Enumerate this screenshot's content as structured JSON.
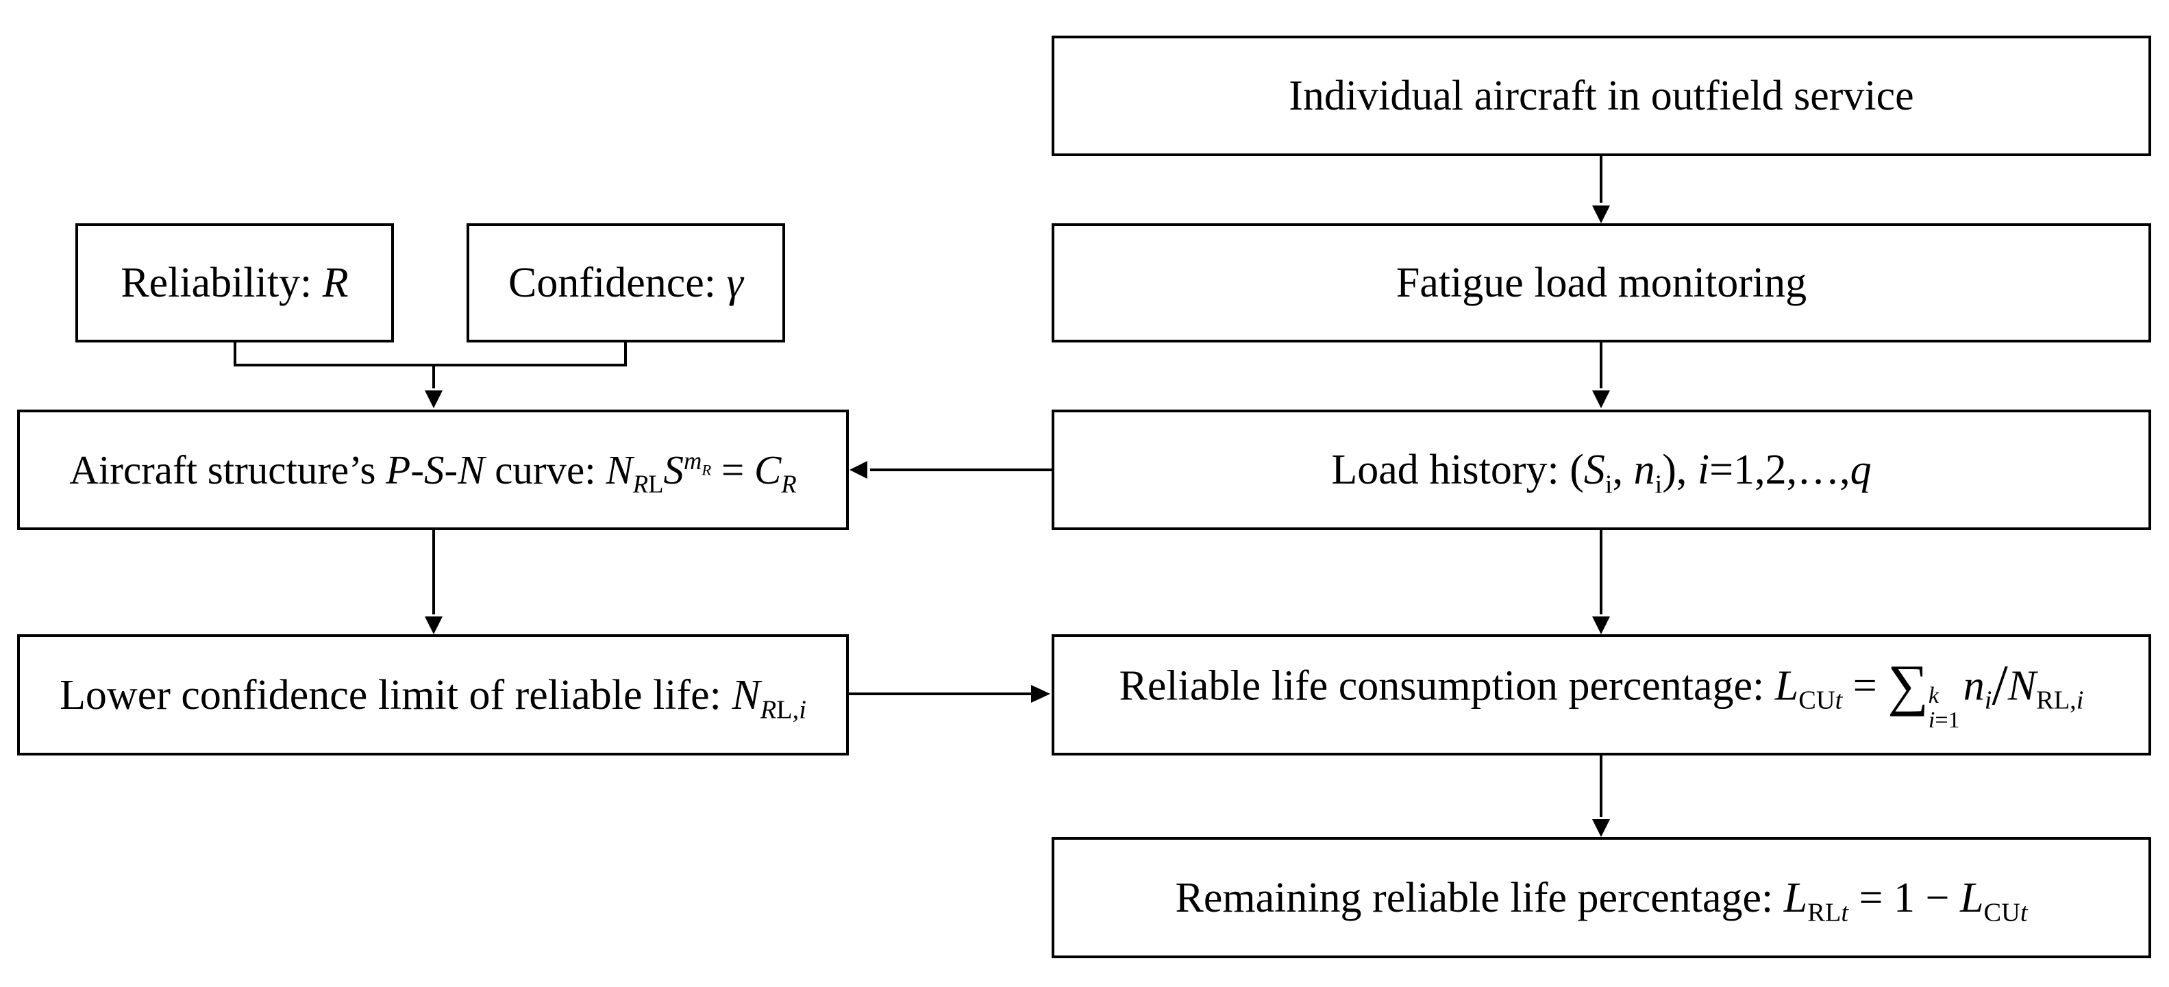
{
  "diagram": {
    "boxes": {
      "aircraft": {
        "label": "Individual aircraft in outfield service"
      },
      "monitoring": {
        "label": "Fatigue load monitoring"
      },
      "reliability": {
        "label": "Reliability: ",
        "symbol": "R"
      },
      "confidence": {
        "label": "Confidence: ",
        "symbol": "γ"
      },
      "load_history": {
        "label": "Load history: (",
        "S": "S",
        "S_sub": "i",
        "sep": ", ",
        "n": "n",
        "n_sub": "i",
        "close": "), ",
        "i": "i",
        "range": "=1,2,…,",
        "q": "q"
      },
      "psn_curve": {
        "label_a": "Aircraft structure’s ",
        "label_psn": "P-S-N",
        "label_b": " curve: ",
        "N": "N",
        "N_sub_R": "R",
        "N_sub_L": "L",
        "S": "S",
        "m": "m",
        "m_sub": "R",
        "eq": " = ",
        "C": "C",
        "C_sub": "R"
      },
      "lower_limit": {
        "label": "Lower confidence limit of reliable life: ",
        "N": "N",
        "sub_R": "R",
        "sub_L": "L,",
        "sub_i": "i"
      },
      "consumption": {
        "label": "Reliable life consumption percentage: ",
        "L": "L",
        "L_sub": "CU",
        "L_sub_t": "t",
        "eq": " = ",
        "sum": "∑",
        "upper": "k",
        "lower_i": "i",
        "lower_eq": "=1",
        "n": "n",
        "n_sub": "i",
        "slash": "/",
        "N": "N",
        "N_sub": "RL,",
        "N_sub_i": "i"
      },
      "remaining": {
        "label": "Remaining reliable life percentage: ",
        "L": "L",
        "L_sub": "RL",
        "L_sub_t": "t",
        "eq": " = 1 − ",
        "L2": "L",
        "L2_sub": "CU",
        "L2_sub_t": "t"
      }
    }
  }
}
